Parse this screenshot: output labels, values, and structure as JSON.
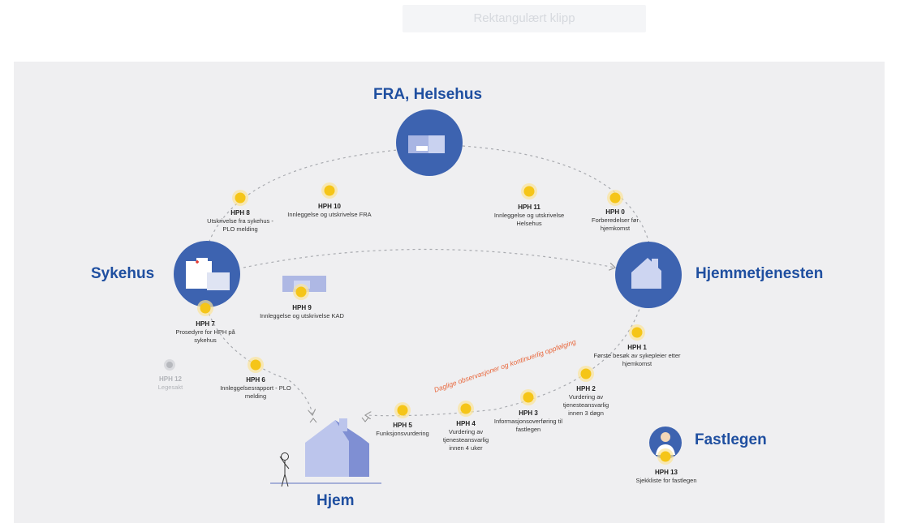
{
  "top_bar": {
    "label": "Rektangulært klipp"
  },
  "locations": {
    "fra": "FRA, Helsehus",
    "sykehus": "Sykehus",
    "hjemmetjenesten": "Hjemmetjenesten",
    "hjem": "Hjem",
    "fastlegen": "Fastlegen"
  },
  "steps": [
    {
      "code": "HPH 0",
      "desc": "Forberedelser før hjemkomst"
    },
    {
      "code": "HPH 1",
      "desc": "Første besøk av sykepleier etter hjemkomst"
    },
    {
      "code": "HPH 2",
      "desc": "Vurdering av tjenesteansvarlig innen 3 døgn"
    },
    {
      "code": "HPH 3",
      "desc": "Informasjonsoverføring til fastlegen"
    },
    {
      "code": "HPH 4",
      "desc": "Vurdering av tjenesteansvarlig innen 4 uker"
    },
    {
      "code": "HPH 5",
      "desc": "Funksjonsvurdering"
    },
    {
      "code": "HPH 6",
      "desc": "Innleggelsesrapport - PLO melding"
    },
    {
      "code": "HPH 7",
      "desc": "Prosedyre for HPH på sykehus"
    },
    {
      "code": "HPH 8",
      "desc": "Utskrivelse fra sykehus - PLO melding"
    },
    {
      "code": "HPH 9",
      "desc": "Innleggelse og utskrivelse KAD"
    },
    {
      "code": "HPH 10",
      "desc": "Innleggelse og utskrivelse FRA"
    },
    {
      "code": "HPH 11",
      "desc": "Innleggelse og utskrivelse Helsehus"
    },
    {
      "code": "HPH 12",
      "desc": "Legesakt"
    },
    {
      "code": "HPH 13",
      "desc": "Sjekkliste for fastlegen"
    }
  ],
  "annotation": "Daglige observasjoner og kontinuerlig oppfølging",
  "colors": {
    "blue": "#3d63b0",
    "title": "#1f4fa0",
    "sun": "#f5c518",
    "orange": "#e8663b",
    "panel": "#efeff1"
  }
}
